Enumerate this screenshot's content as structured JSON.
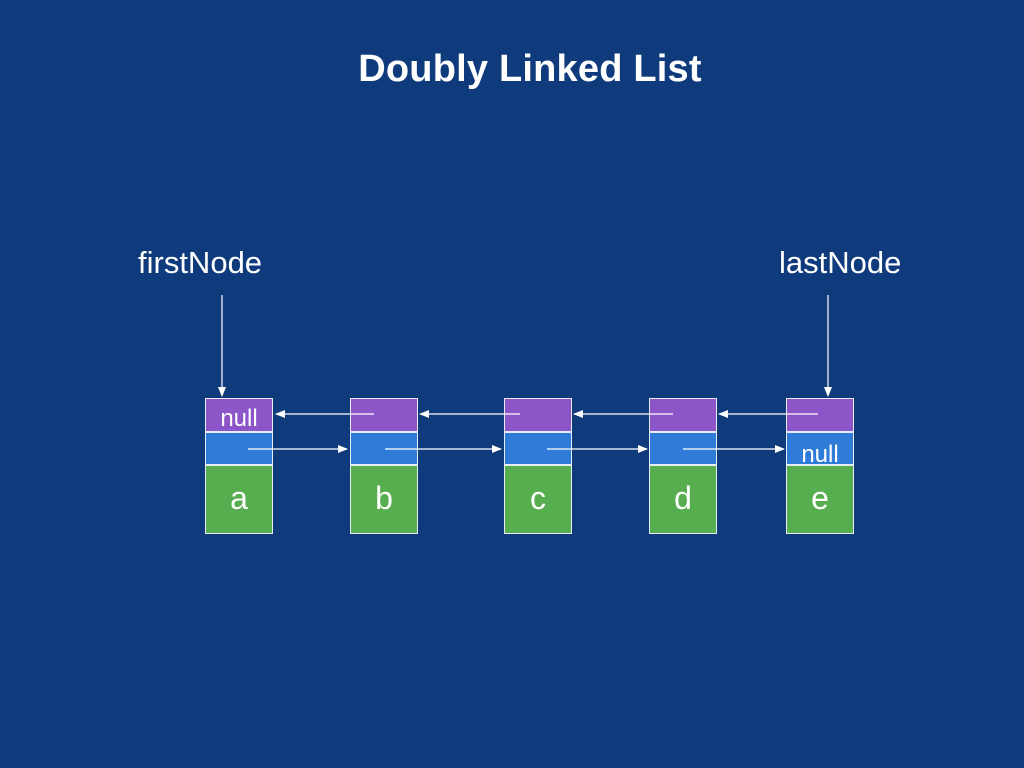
{
  "title": "Doubly Linked List",
  "pointers": {
    "first_label": "firstNode",
    "last_label": "lastNode"
  },
  "nodes": [
    {
      "value": "a",
      "prev": "null",
      "next": ""
    },
    {
      "value": "b",
      "prev": "",
      "next": ""
    },
    {
      "value": "c",
      "prev": "",
      "next": ""
    },
    {
      "value": "d",
      "prev": "",
      "next": ""
    },
    {
      "value": "e",
      "prev": "",
      "next": "null"
    }
  ],
  "colors": {
    "background": "#0f3b7d",
    "prev_cell": "#8c56c8",
    "next_cell": "#2f7bd8",
    "data_cell": "#57ae4f",
    "line": "#ffffff"
  }
}
